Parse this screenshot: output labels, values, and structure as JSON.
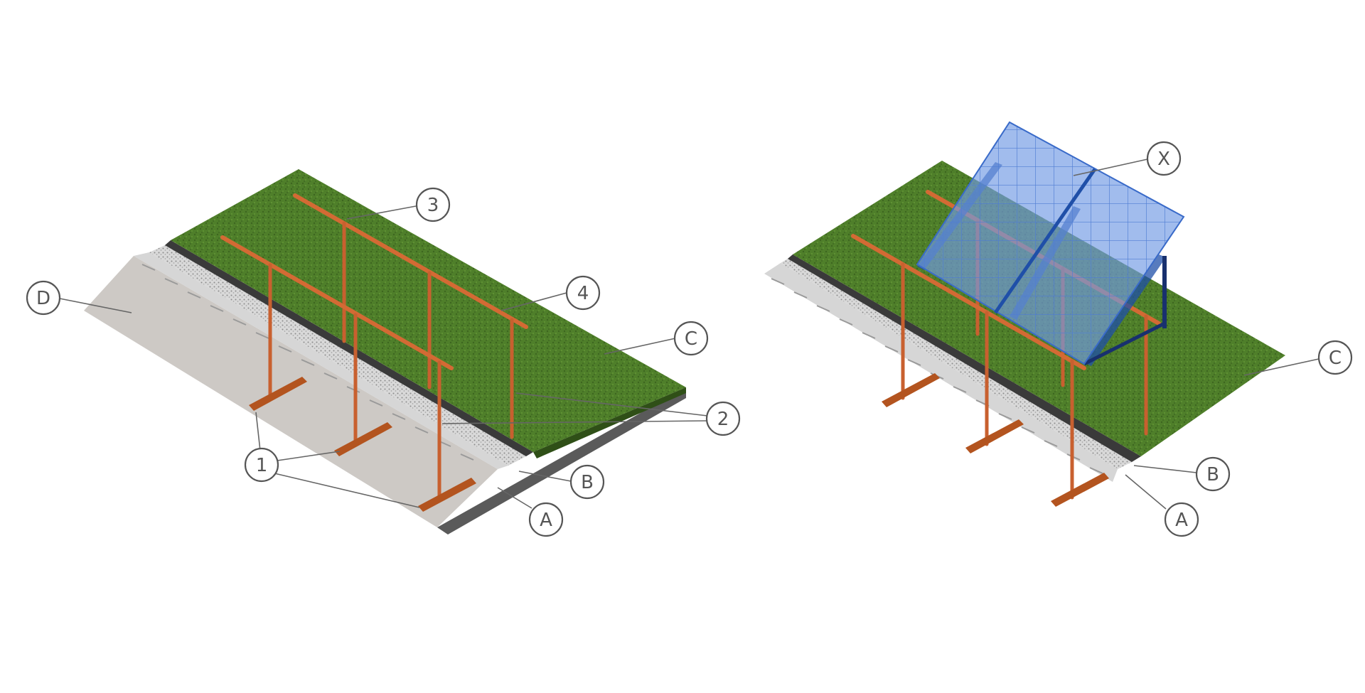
{
  "left_diagram": {
    "callouts": [
      "D",
      "3",
      "4",
      "C",
      "2",
      "1",
      "B",
      "A"
    ]
  },
  "right_diagram": {
    "callouts": [
      "X",
      "C",
      "B",
      "A"
    ]
  },
  "colors": {
    "grass": "#4f7f2a",
    "grass_dark": "#3d6620",
    "steel": "#c8602f",
    "panel": "#5e8fe0",
    "panel_frame": "#1f4fa8",
    "concrete": "#cdc9c5",
    "deck": "#d4d4d4",
    "membrane": "#3a3a3a",
    "callout_stroke": "#555555"
  }
}
